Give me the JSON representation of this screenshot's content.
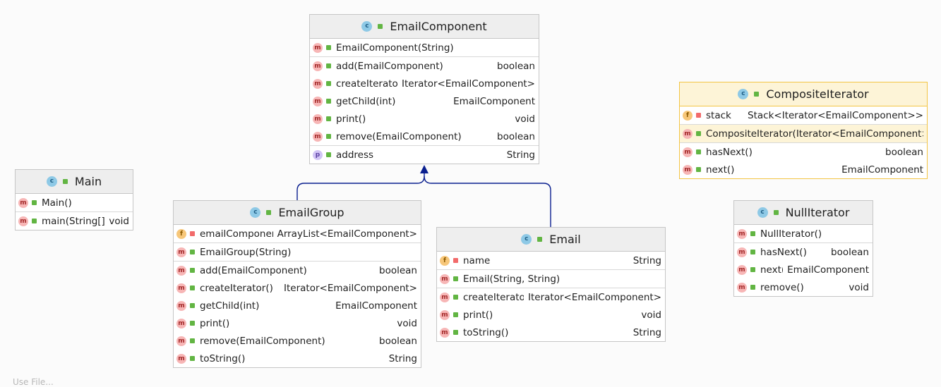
{
  "classes": {
    "email_component": {
      "name": "EmailComponent",
      "constructor": {
        "name": "EmailComponent(String)",
        "type": ""
      },
      "methods": [
        {
          "name": "add(EmailComponent)",
          "type": "boolean"
        },
        {
          "name": "createIterator()",
          "type": "Iterator<EmailComponent>"
        },
        {
          "name": "getChild(int)",
          "type": "EmailComponent"
        },
        {
          "name": "print()",
          "type": "void"
        },
        {
          "name": "remove(EmailComponent)",
          "type": "boolean"
        }
      ],
      "property": {
        "name": "address",
        "type": "String"
      }
    },
    "composite_iterator": {
      "name": "CompositeIterator",
      "field": {
        "name": "stack",
        "type": "Stack<Iterator<EmailComponent>>"
      },
      "constructor": {
        "name": "CompositeIterator(Iterator<EmailComponent>)",
        "type": ""
      },
      "methods": [
        {
          "name": "hasNext()",
          "type": "boolean"
        },
        {
          "name": "next()",
          "type": "EmailComponent"
        }
      ]
    },
    "main": {
      "name": "Main",
      "constructor": {
        "name": "Main()",
        "type": ""
      },
      "methods": [
        {
          "name": "main(String[])",
          "type": "void"
        }
      ]
    },
    "email_group": {
      "name": "EmailGroup",
      "field": {
        "name": "emailComponents",
        "type": "ArrayList<EmailComponent>"
      },
      "constructor": {
        "name": "EmailGroup(String)",
        "type": ""
      },
      "methods": [
        {
          "name": "add(EmailComponent)",
          "type": "boolean"
        },
        {
          "name": "createIterator()",
          "type": "Iterator<EmailComponent>"
        },
        {
          "name": "getChild(int)",
          "type": "EmailComponent"
        },
        {
          "name": "print()",
          "type": "void"
        },
        {
          "name": "remove(EmailComponent)",
          "type": "boolean"
        },
        {
          "name": "toString()",
          "type": "String"
        }
      ]
    },
    "email": {
      "name": "Email",
      "field": {
        "name": "name",
        "type": "String"
      },
      "constructor": {
        "name": "Email(String, String)",
        "type": ""
      },
      "methods": [
        {
          "name": "createIterator()",
          "type": "Iterator<EmailComponent>"
        },
        {
          "name": "print()",
          "type": "void"
        },
        {
          "name": "toString()",
          "type": "String"
        }
      ]
    },
    "null_iterator": {
      "name": "NullIterator",
      "constructor": {
        "name": "NullIterator()",
        "type": ""
      },
      "methods": [
        {
          "name": "hasNext()",
          "type": "boolean"
        },
        {
          "name": "next()",
          "type": "EmailComponent"
        },
        {
          "name": "remove()",
          "type": "void"
        }
      ]
    }
  },
  "icons": {
    "class": "c",
    "method": "m",
    "field": "f",
    "property": "p"
  },
  "colors": {
    "arrow": "#0a1f8f",
    "selected_border": "#f3c544",
    "selected_fill": "#fdf4d7"
  },
  "footer_text": "Use File..."
}
